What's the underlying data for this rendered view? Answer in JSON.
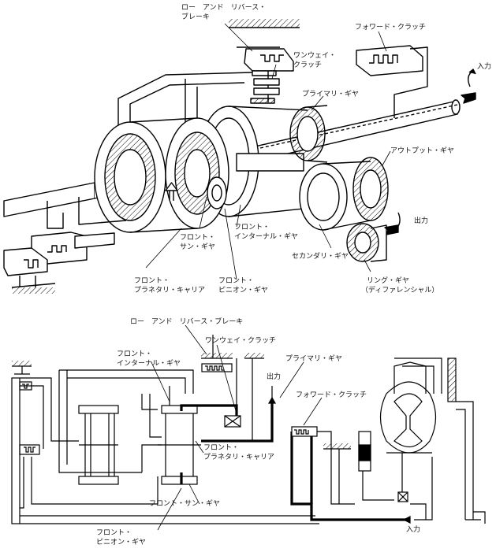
{
  "top_diagram": {
    "labels": {
      "low_reverse_brake_1": "ロー　アンド　リバース・",
      "low_reverse_brake_2": "ブレーキ",
      "oneway_clutch_1": "ワンウェイ・",
      "oneway_clutch_2": "クラッチ",
      "forward_clutch": "フォワード・クラッチ",
      "input": "入力",
      "primary_gear": "プライマリ・ギヤ",
      "output_gear": "アウトプット・ギヤ",
      "output": "出力",
      "front_sun_gear_1": "フロント・",
      "front_sun_gear_2": "サン・ギヤ",
      "front_internal_gear_1": "フロント・",
      "front_internal_gear_2": "インターナル・ギヤ",
      "secondary_gear": "セカンダリ・ギヤ",
      "front_planetary_carrier_1": "フロント・",
      "front_planetary_carrier_2": "プラネタリ・キャリア",
      "front_pinion_gear_1": "フロント・",
      "front_pinion_gear_2": "ピニオン・ギヤ",
      "ring_gear_1": "リング・ギヤ",
      "ring_gear_2": "（ディファレンシャル）"
    }
  },
  "bottom_diagram": {
    "labels": {
      "low_reverse_brake": "ロー　アンド　リバース・ブレーキ",
      "oneway_clutch": "ワンウェイ・クラッチ",
      "front_internal_gear_1": "フロント・",
      "front_internal_gear_2": "インターナル・ギヤ",
      "primary_gear": "プライマリ・ギヤ",
      "output": "出力",
      "forward_clutch": "フォワード・クラッチ",
      "front_planetary_carrier_1": "フロント・",
      "front_planetary_carrier_2": "プラネタリ・キャリア",
      "front_sun_gear": "フロント・サン・ギヤ",
      "front_pinion_gear_1": "フロント・",
      "front_pinion_gear_2": "ピニオン・ギヤ",
      "input": "入力"
    }
  }
}
